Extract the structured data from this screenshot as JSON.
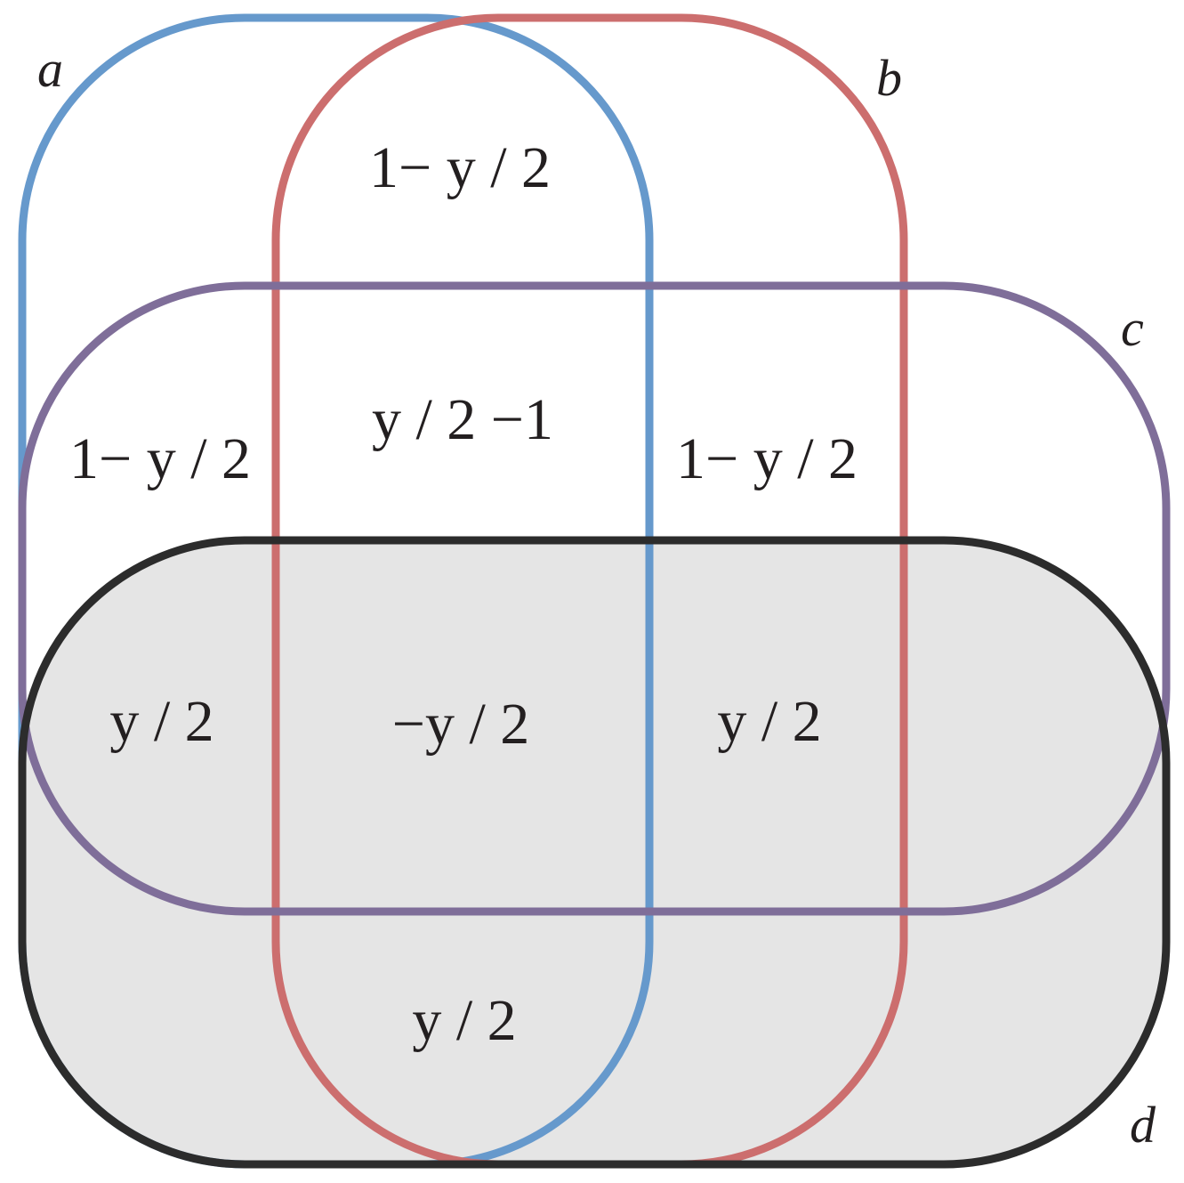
{
  "diagram": {
    "colors": {
      "a": "#6699cc",
      "b": "#cc6e6e",
      "c": "#7f6e99",
      "d": "#2c2c2c",
      "d_fill": "#e5e5e5"
    },
    "sets": {
      "a": "a",
      "b": "b",
      "c": "c",
      "d": "d"
    },
    "regions": {
      "ab_top": "1− y / 2",
      "abc": "y / 2 −1",
      "ac_left": "1− y / 2",
      "bc_right": "1− y / 2",
      "acd_left": "y / 2",
      "abcd_center": "−y / 2",
      "bcd_right": "y / 2",
      "abd_bottom": "y / 2"
    }
  }
}
